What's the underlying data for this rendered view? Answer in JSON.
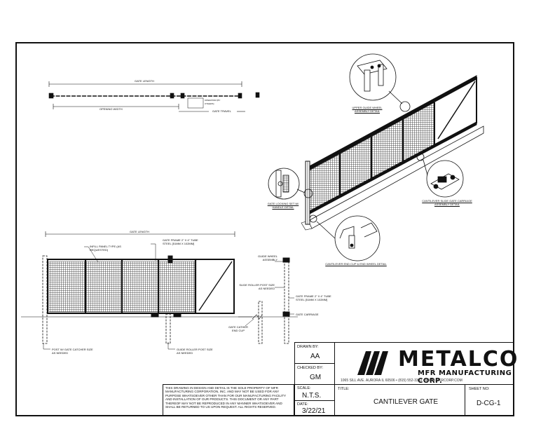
{
  "top_view": {
    "gate_length": "GATE LENGTH",
    "opening_width": "OPENING WIDTH",
    "gate_travel": "GATE TRAVEL",
    "small_note": "OPERATOR (BY OTHERS)"
  },
  "iso_view": {
    "upper_guide_wheel": "UPPER GUIDE WHEEL ASSEMBLY DETAIL",
    "locking_set": "GATE LOCKING SET W/ HANDLE DETAIL",
    "slide_carriage": "CANTILEVER SLIDE GATE CARRIAGE ASSEMBLY DETAIL",
    "end_cup": "CANTILEVER END CUP & END WHEEL DETAIL"
  },
  "elevation": {
    "gate_length": "GATE LENGTH",
    "infill_panel": "INFILL PANEL TYPE (AS REQUESTED)",
    "gate_frame": "GATE FRAME 2\" X 4\" TUBE STEEL [51MM X 102MM]",
    "post_catcher": "POST W/ GATE CATCHER SIZE AS NEEDED",
    "guide_roller_post": "GUIDE ROLLER POST SIZE AS NEEDED"
  },
  "side_view": {
    "guide_wheel": "GUIDE WHEEL ASSEMBLY",
    "slide_roller_post": "SLIDE ROLLER POST SIZE AS NEEDED",
    "gate_frame": "GATE FRAME 2\" X 4\" TUBE STEEL [51MM X 102MM]",
    "gate_carriage": "GATE CARRIAGE",
    "catcher_end_cup": "GATE CATHER END CUP"
  },
  "title_block": {
    "drawn_by_label": "DRAWN BY:",
    "drawn_by": "AA",
    "checked_by_label": "CHECKED BY:",
    "checked_by": "GM",
    "scale_label": "SCALE:",
    "scale": "N.T.S.",
    "date_label": "DATE:",
    "date": "3/22/21",
    "title_label": "TITLE:",
    "title": "CANTILEVER GATE",
    "sheet_label": "SHEET NO:",
    "sheet": "D-CG-1",
    "company": "METALCO",
    "company_sub": "MFR MANUFACTURING CORP.",
    "address": "1065 SILL AVE. AURORA IL 60506 • (815) 552-3333 • WWW.MFRCORP.COM",
    "disclaimer": "THIS DRAWING IN DESIGN AND DETAIL IS THE SOLE PROPERTY OF MFR MANUFACTURING CORPORATION, INC. AND MAY NOT BE USED FOR ANY PURPOSE WHATSOEVER OTHER THAN FOR OUR MANUFACTURING FACILITY AND INSTALLATION OF OUR PRODUCTS. THIS DOCUMENT OR ANY PART THEREOF MAY NOT BE REPRODUCED IN ANY MANNER WHATSOEVER AND SHALL BE RETURNED TO US UPON REQUEST. ALL RIGHTS RESERVED."
  }
}
